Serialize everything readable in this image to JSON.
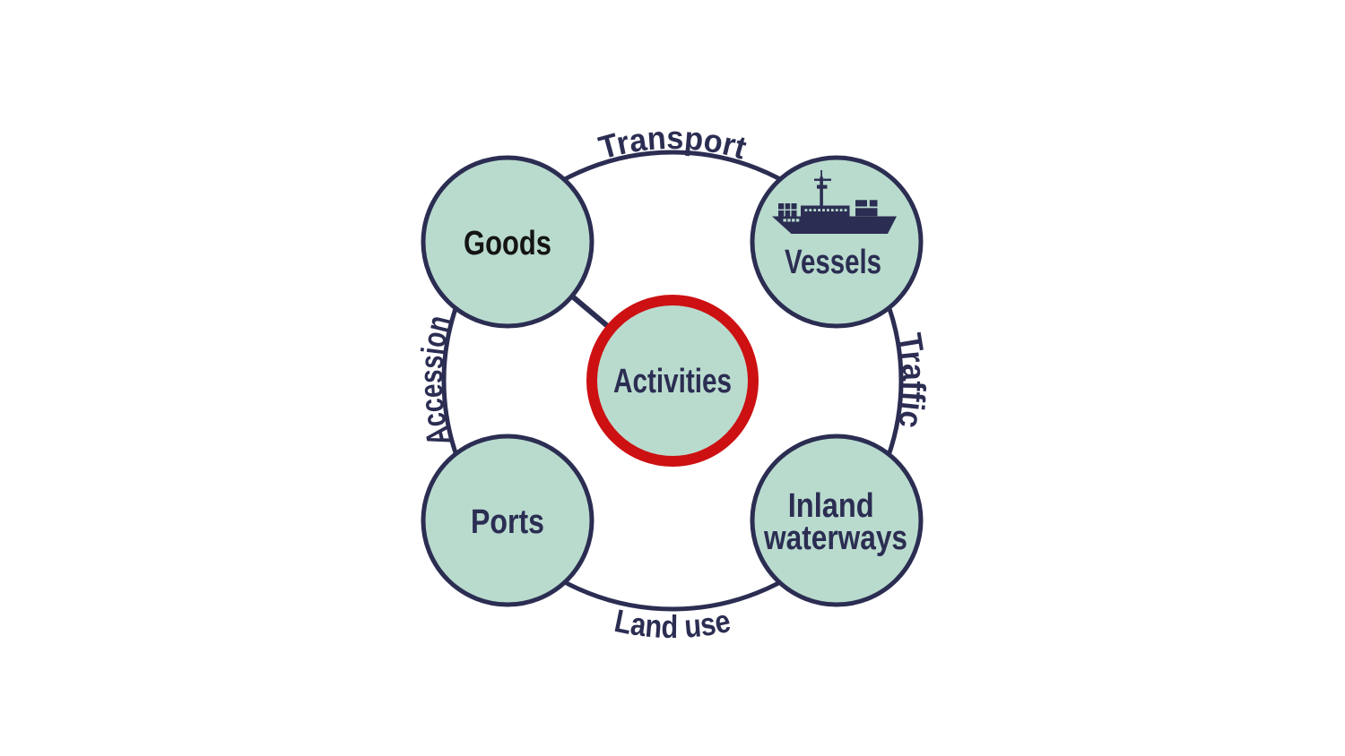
{
  "canvas": {
    "background": "#ffffff"
  },
  "colors": {
    "mint": "#b9dbce",
    "navy": "#2b2d52",
    "red": "#cd1012",
    "goods_text": "#141414"
  },
  "ring_labels": {
    "top": "Transport",
    "right": "Traffic",
    "bottom": "Land use",
    "left": "Accession"
  },
  "nodes": {
    "activities": {
      "label": "Activities"
    },
    "goods": {
      "label": "Goods"
    },
    "vessels": {
      "label": "Vessels",
      "icon": "cargo-ship-icon"
    },
    "ports": {
      "label": "Ports"
    },
    "inland_waterways": {
      "label_line1": "Inland",
      "label_line2": "waterways"
    }
  }
}
